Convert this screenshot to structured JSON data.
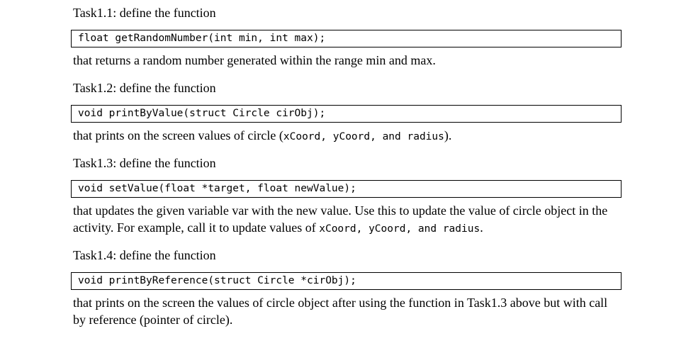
{
  "doc": {
    "colors": {
      "background": "#ffffff",
      "text": "#000000",
      "code_box_border": "#000000",
      "code_box_fill": "#ffffff"
    },
    "sections": [
      {
        "heading": "Task1.1: define the function",
        "code": "float getRandomNumber(int min, int max);",
        "caption_pre": "that returns a random number generated within the range min and max.",
        "caption_mono": "",
        "caption_post": ""
      },
      {
        "heading": "Task1.2: define the function",
        "code": "void printByValue(struct Circle cirObj);",
        "caption_pre": "that prints on the screen values of circle (",
        "caption_mono": "xCoord, yCoord, and radius",
        "caption_post": ")."
      },
      {
        "heading": "Task1.3: define the function",
        "code": "void setValue(float *target, float newValue);",
        "caption_pre": "that updates the given variable var with the new value. Use this to update the value of circle object in the activity. For example, call it to update values of ",
        "caption_mono": "xCoord, yCoord, and radius",
        "caption_post": "."
      },
      {
        "heading": "Task1.4: define the function",
        "code": "void printByReference(struct Circle *cirObj);",
        "caption_pre": "that prints on the screen the values of circle object after using the function in Task1.3 above but with call by reference (pointer of circle).",
        "caption_mono": "",
        "caption_post": ""
      }
    ]
  }
}
